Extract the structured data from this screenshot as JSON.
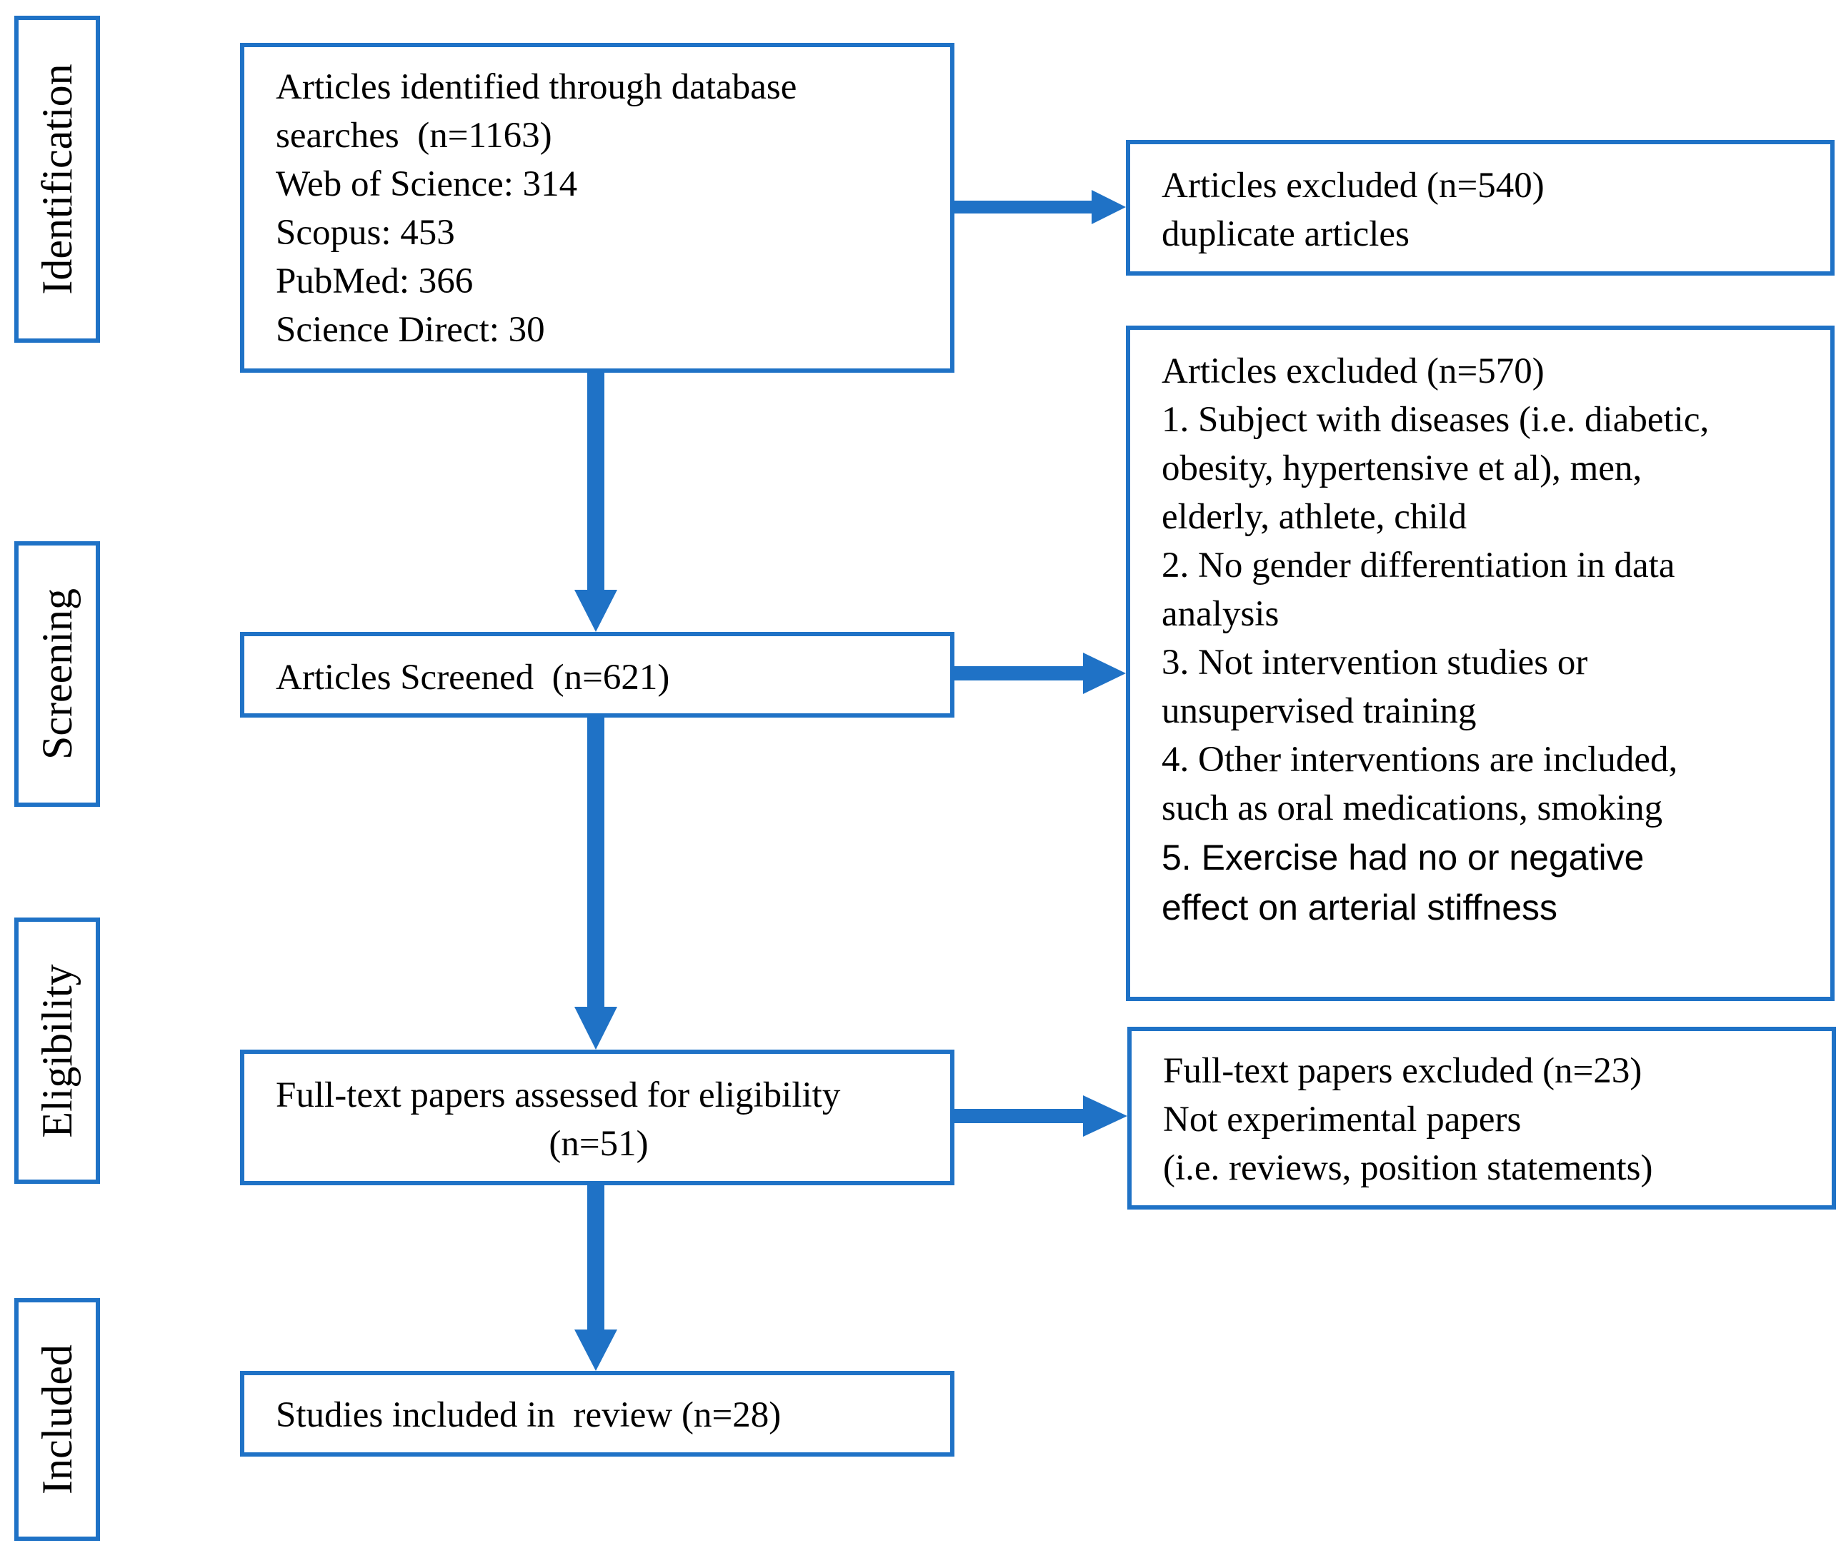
{
  "colors": {
    "accent": "#1f72c6"
  },
  "stages": [
    {
      "label": "Identification"
    },
    {
      "label": "Screening"
    },
    {
      "label": "Eligibility"
    },
    {
      "label": "Included"
    }
  ],
  "boxes": {
    "identified": {
      "lines": [
        "Articles identified through database",
        "searches  (n=1163)",
        "Web of Science: 314",
        "Scopus: 453",
        "PubMed: 366",
        "Science Direct: 30"
      ]
    },
    "screened": {
      "lines": [
        "Articles Screened  (n=621)"
      ]
    },
    "fulltext": {
      "lines": [
        "Full-text papers assessed for eligibility",
        "(n=51)"
      ]
    },
    "included": {
      "lines": [
        "Studies included in  review (n=28)"
      ]
    },
    "excluded_duplicates": {
      "lines": [
        "Articles excluded (n=540)",
        "duplicate articles"
      ]
    },
    "excluded_criteria": {
      "lines": [
        "Articles excluded (n=570)",
        "1. Subject with diseases (i.e. diabetic,",
        "obesity, hypertensive et al), men,",
        "elderly, athlete, child",
        "2. No gender differentiation in data",
        "analysis",
        "3. Not intervention studies or",
        "unsupervised training",
        "4. Other interventions are included,",
        "such as oral medications, smoking",
        "5. Exercise had no or negative",
        "effect on arterial stiffness"
      ]
    },
    "excluded_fulltext": {
      "lines": [
        "Full-text papers excluded (n=23)",
        "Not experimental papers",
        "(i.e. reviews, position statements)"
      ]
    }
  }
}
